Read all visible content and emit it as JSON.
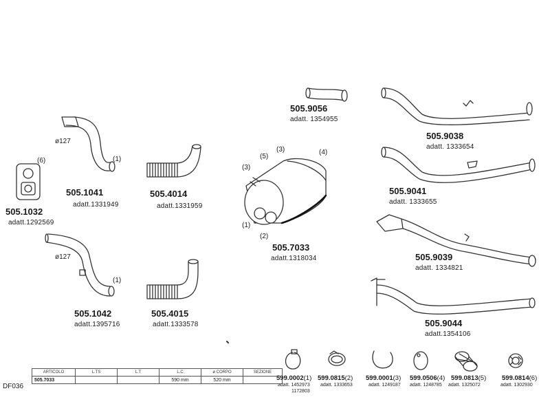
{
  "parts": [
    {
      "code": "505.1041",
      "adatt": "adatt.1331949"
    },
    {
      "code": "505.4014",
      "adatt": "adatt.1331959"
    },
    {
      "code": "505.1032",
      "adatt": "adatt.1292569"
    },
    {
      "code": "505.9056",
      "adatt": "adatt.  1354955"
    },
    {
      "code": "505.7033",
      "adatt": "adatt.1318034"
    },
    {
      "code": "505.9038",
      "adatt": "adatt.  1333654"
    },
    {
      "code": "505.9041",
      "adatt": "adatt.  1333655"
    },
    {
      "code": "505.9039",
      "adatt": "adatt.  1334821"
    },
    {
      "code": "505.1042",
      "adatt": "adatt.1395716"
    },
    {
      "code": "505.4015",
      "adatt": "adatt.1333578"
    },
    {
      "code": "505.9044",
      "adatt": "adatt.1354106"
    }
  ],
  "callouts": {
    "diameter": "ø127",
    "c1": "(1)",
    "c2": "(2)",
    "c3": "(3)",
    "c4": "(4)",
    "c5": "(5)",
    "c6": "(6)"
  },
  "accessories": [
    {
      "code": "599.0002",
      "ref": "(1)",
      "adatt": [
        "adatt. 1452973",
        "1172803"
      ]
    },
    {
      "code": "599.0815",
      "ref": "(2)",
      "adatt": [
        "adatt.  1333653"
      ]
    },
    {
      "code": "599.0001",
      "ref": "(3)",
      "adatt": [
        "adatt.  1249187"
      ]
    },
    {
      "code": "599.0506",
      "ref": "(4)",
      "adatt": [
        "adatt. 1248785"
      ]
    },
    {
      "code": "599.0813",
      "ref": "(5)",
      "adatt": [
        "adatt.  1325072"
      ]
    },
    {
      "code": "599.0814",
      "ref": "(6)",
      "adatt": [
        "adatt.  1302930"
      ]
    }
  ],
  "spec_table": {
    "headers": [
      "ARTICOLO",
      "L.TS",
      "L.T",
      "L.C",
      "ø CORPO",
      "SEZIONE"
    ],
    "row": [
      "505.7033",
      "",
      "",
      "590  mm",
      "520  mm",
      ""
    ]
  },
  "sheet_id": "DF036"
}
